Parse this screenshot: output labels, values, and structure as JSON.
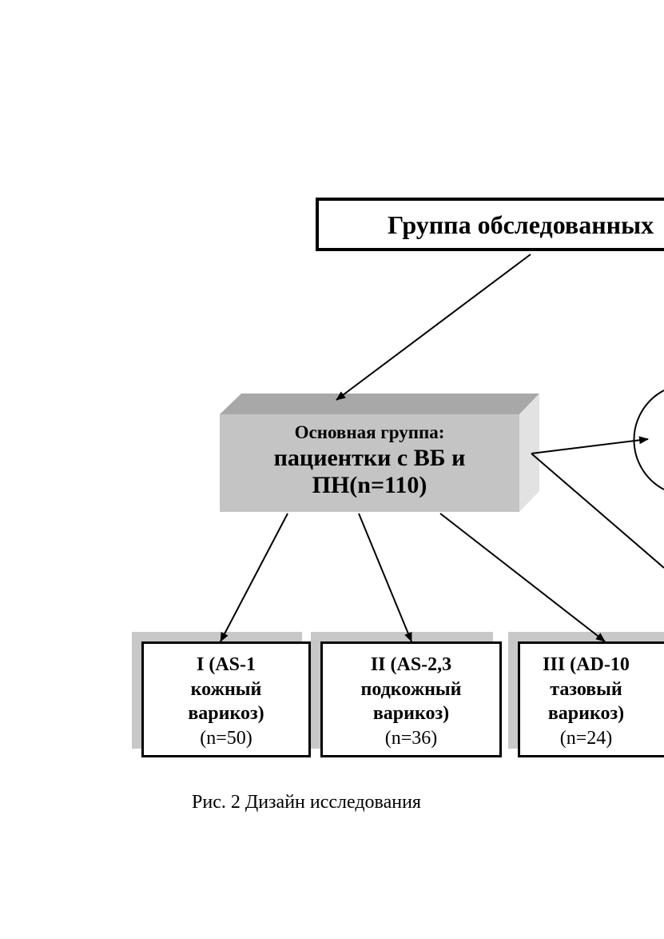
{
  "diagram": {
    "top_box": {
      "label": "Группа обследованных"
    },
    "main_group": {
      "line1": "Основная группа:",
      "line2": "пациентки с ВБ и",
      "line3": "ПН(n=110)"
    },
    "subgroups": [
      {
        "line1": "I (AS-1",
        "line2": "кожный",
        "line3": "варикоз)",
        "count": "(n=50)"
      },
      {
        "line1": "II (AS-2,3",
        "line2": "подкожный",
        "line3": "варикоз)",
        "count": "(n=36)"
      },
      {
        "line1": "III (AD-10",
        "line2": "тазовый",
        "line3": "варикоз)",
        "count": "(n=24)"
      }
    ],
    "caption": "Рис. 2 Дизайн исследования"
  }
}
